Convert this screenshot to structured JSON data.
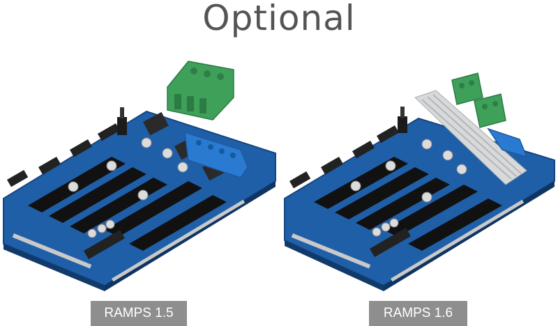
{
  "header": {
    "title": "Optional"
  },
  "products": [
    {
      "label": "RAMPS 1.5"
    },
    {
      "label": "RAMPS 1.6"
    }
  ],
  "colors": {
    "pcb": "#1f5fa8",
    "pcb_dark": "#154580",
    "terminal_green": "#3fa05a",
    "terminal_blue": "#2b7ad1",
    "heatsink": "#d7d9db",
    "header": "#1a1a1a",
    "caption_bg": "#8e8e8e"
  }
}
